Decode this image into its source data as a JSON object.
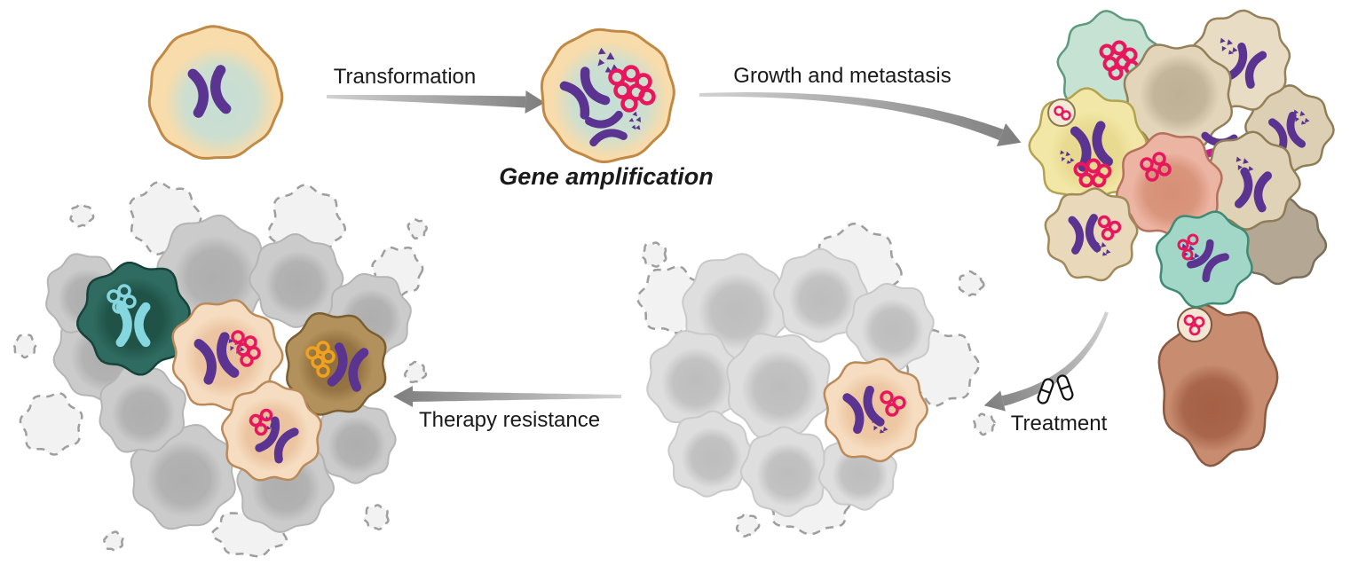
{
  "labels": {
    "transformation": "Transformation",
    "gene_amplification": "Gene amplification",
    "growth_and_metastasis": "Growth and metastasis",
    "treatment": "Treatment",
    "therapy_resistance": "Therapy resistance"
  },
  "colors": {
    "background": "#ffffff",
    "text": "#1a1a1a",
    "gene_amplification_text": "#e8117c",
    "arrow_light": "#d2d2d2",
    "arrow_dark": "#7e7e7e",
    "normal_cell_fill": "#f8dcab",
    "normal_cell_border": "#c08945",
    "nucleus_blue": "#bfdfdb",
    "chromosome_purple": "#5b3390",
    "chromosome_magenta": "#c0268a",
    "ecdna_red": "#e8175d",
    "ecdna_cyan": "#86d6e0",
    "ecdna_orange": "#f0a21e",
    "dead_cell_gray": "#dedede",
    "dead_cell_gray_dark": "#bdbdbd",
    "resist_gray": "#cbcbcb",
    "resist_gray_dark": "#aeaeae",
    "dashed_outline": "#9e9e9e",
    "tumor_teal": "#c5e2d2",
    "tumor_teal2": "#a2d6c6",
    "tumor_yellow": "#f2e7a6",
    "tumor_pink": "#ecb4a2",
    "tumor_beige": "#e3d5ba",
    "tumor_brown": "#c88d70",
    "resistant_teal": "#2f6b60",
    "resistant_brown": "#b3915c",
    "surviving_tan": "#f6ddc1",
    "surviving_tan_border": "#bb8a5a",
    "pill_outline": "#111111"
  }
}
